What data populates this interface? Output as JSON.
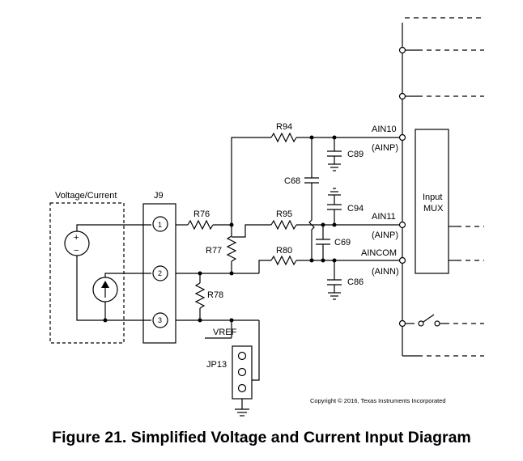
{
  "figure": {
    "caption": "Figure 21. Simplified Voltage and Current Input Diagram",
    "copyright": "Copyright © 2016, Texas Instruments Incorporated"
  },
  "source_box": {
    "label": "Voltage/Current"
  },
  "connector": {
    "label": "J9",
    "pins": [
      "1",
      "2",
      "3"
    ]
  },
  "sources": {
    "voltage_plus": "+",
    "voltage_minus": "−"
  },
  "resistors": {
    "r76": "R76",
    "r77": "R77",
    "r78": "R78",
    "r94": "R94",
    "r95": "R95",
    "r80": "R80"
  },
  "capacitors": {
    "c89": "C89",
    "c68": "C68",
    "c94": "C94",
    "c69": "C69",
    "c86": "C86"
  },
  "jumper": {
    "label": "JP13",
    "vref": "VREF"
  },
  "inputs": {
    "ain10": "AIN10",
    "ain10_alias": "(AINP)",
    "ain11": "AIN11",
    "ain11_alias": "(AINP)",
    "aincom": "AINCOM",
    "aincom_alias": "(AINN)"
  },
  "mux": {
    "line1": "Input",
    "line2": "MUX"
  }
}
